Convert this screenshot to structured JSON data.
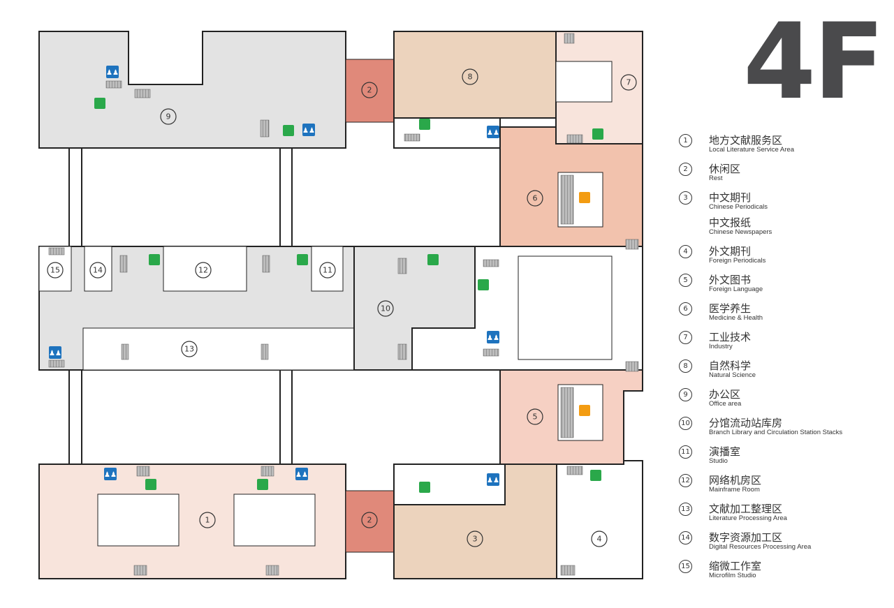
{
  "floor": "4F",
  "colors": {
    "gray_area": "#e3e3e3",
    "rest": "#e0897a",
    "beige": "#ecd3bd",
    "light_pink": "#f8e4dc",
    "salmon": "#f2c2ad",
    "pale_pink": "#f6e0d8",
    "restroom_icon": "#1e73be",
    "elevator_icon": "#2aa84a",
    "escalator_icon": "#f39c12",
    "wall": "#222222"
  },
  "map_zones": [
    {
      "id": "zone-9",
      "label": "9"
    },
    {
      "id": "zone-2-top",
      "label": "2"
    },
    {
      "id": "zone-8",
      "label": "8"
    },
    {
      "id": "zone-7",
      "label": "7"
    },
    {
      "id": "zone-6",
      "label": "6"
    },
    {
      "id": "zone-15",
      "label": "15"
    },
    {
      "id": "zone-14",
      "label": "14"
    },
    {
      "id": "zone-12",
      "label": "12"
    },
    {
      "id": "zone-11",
      "label": "11"
    },
    {
      "id": "zone-10",
      "label": "10"
    },
    {
      "id": "zone-13",
      "label": "13"
    },
    {
      "id": "zone-5",
      "label": "5"
    },
    {
      "id": "zone-1",
      "label": "1"
    },
    {
      "id": "zone-2-bottom",
      "label": "2"
    },
    {
      "id": "zone-3",
      "label": "3"
    },
    {
      "id": "zone-4",
      "label": "4"
    }
  ],
  "legend": [
    {
      "num": "1",
      "zh": "地方文献服务区",
      "en": "Local Literature Service Area"
    },
    {
      "num": "2",
      "zh": "休闲区",
      "en": "Rest"
    },
    {
      "num": "3",
      "zh": "中文期刊",
      "en": "Chinese Periodicals"
    },
    {
      "num": "",
      "zh": "中文报纸",
      "en": "Chinese Newspapers"
    },
    {
      "num": "4",
      "zh": "外文期刊",
      "en": "Foreign Periodicals"
    },
    {
      "num": "5",
      "zh": "外文图书",
      "en": "Foreign Language"
    },
    {
      "num": "6",
      "zh": "医学养生",
      "en": "Medicine & Health"
    },
    {
      "num": "7",
      "zh": "工业技术",
      "en": "Industry"
    },
    {
      "num": "8",
      "zh": "自然科学",
      "en": "Natural Science"
    },
    {
      "num": "9",
      "zh": "办公区",
      "en": "Office area"
    },
    {
      "num": "10",
      "zh": "分馆流动站库房",
      "en": "Branch Library and Circulation Station Stacks"
    },
    {
      "num": "11",
      "zh": "演播室",
      "en": "Studio"
    },
    {
      "num": "12",
      "zh": "网络机房区",
      "en": "Mainframe Room"
    },
    {
      "num": "13",
      "zh": "文献加工整理区",
      "en": "Literature Processing Area"
    },
    {
      "num": "14",
      "zh": "数字资源加工区",
      "en": "Digital Resources Processing Area"
    },
    {
      "num": "15",
      "zh": "缩微工作室",
      "en": "Microfilm Studio"
    }
  ]
}
